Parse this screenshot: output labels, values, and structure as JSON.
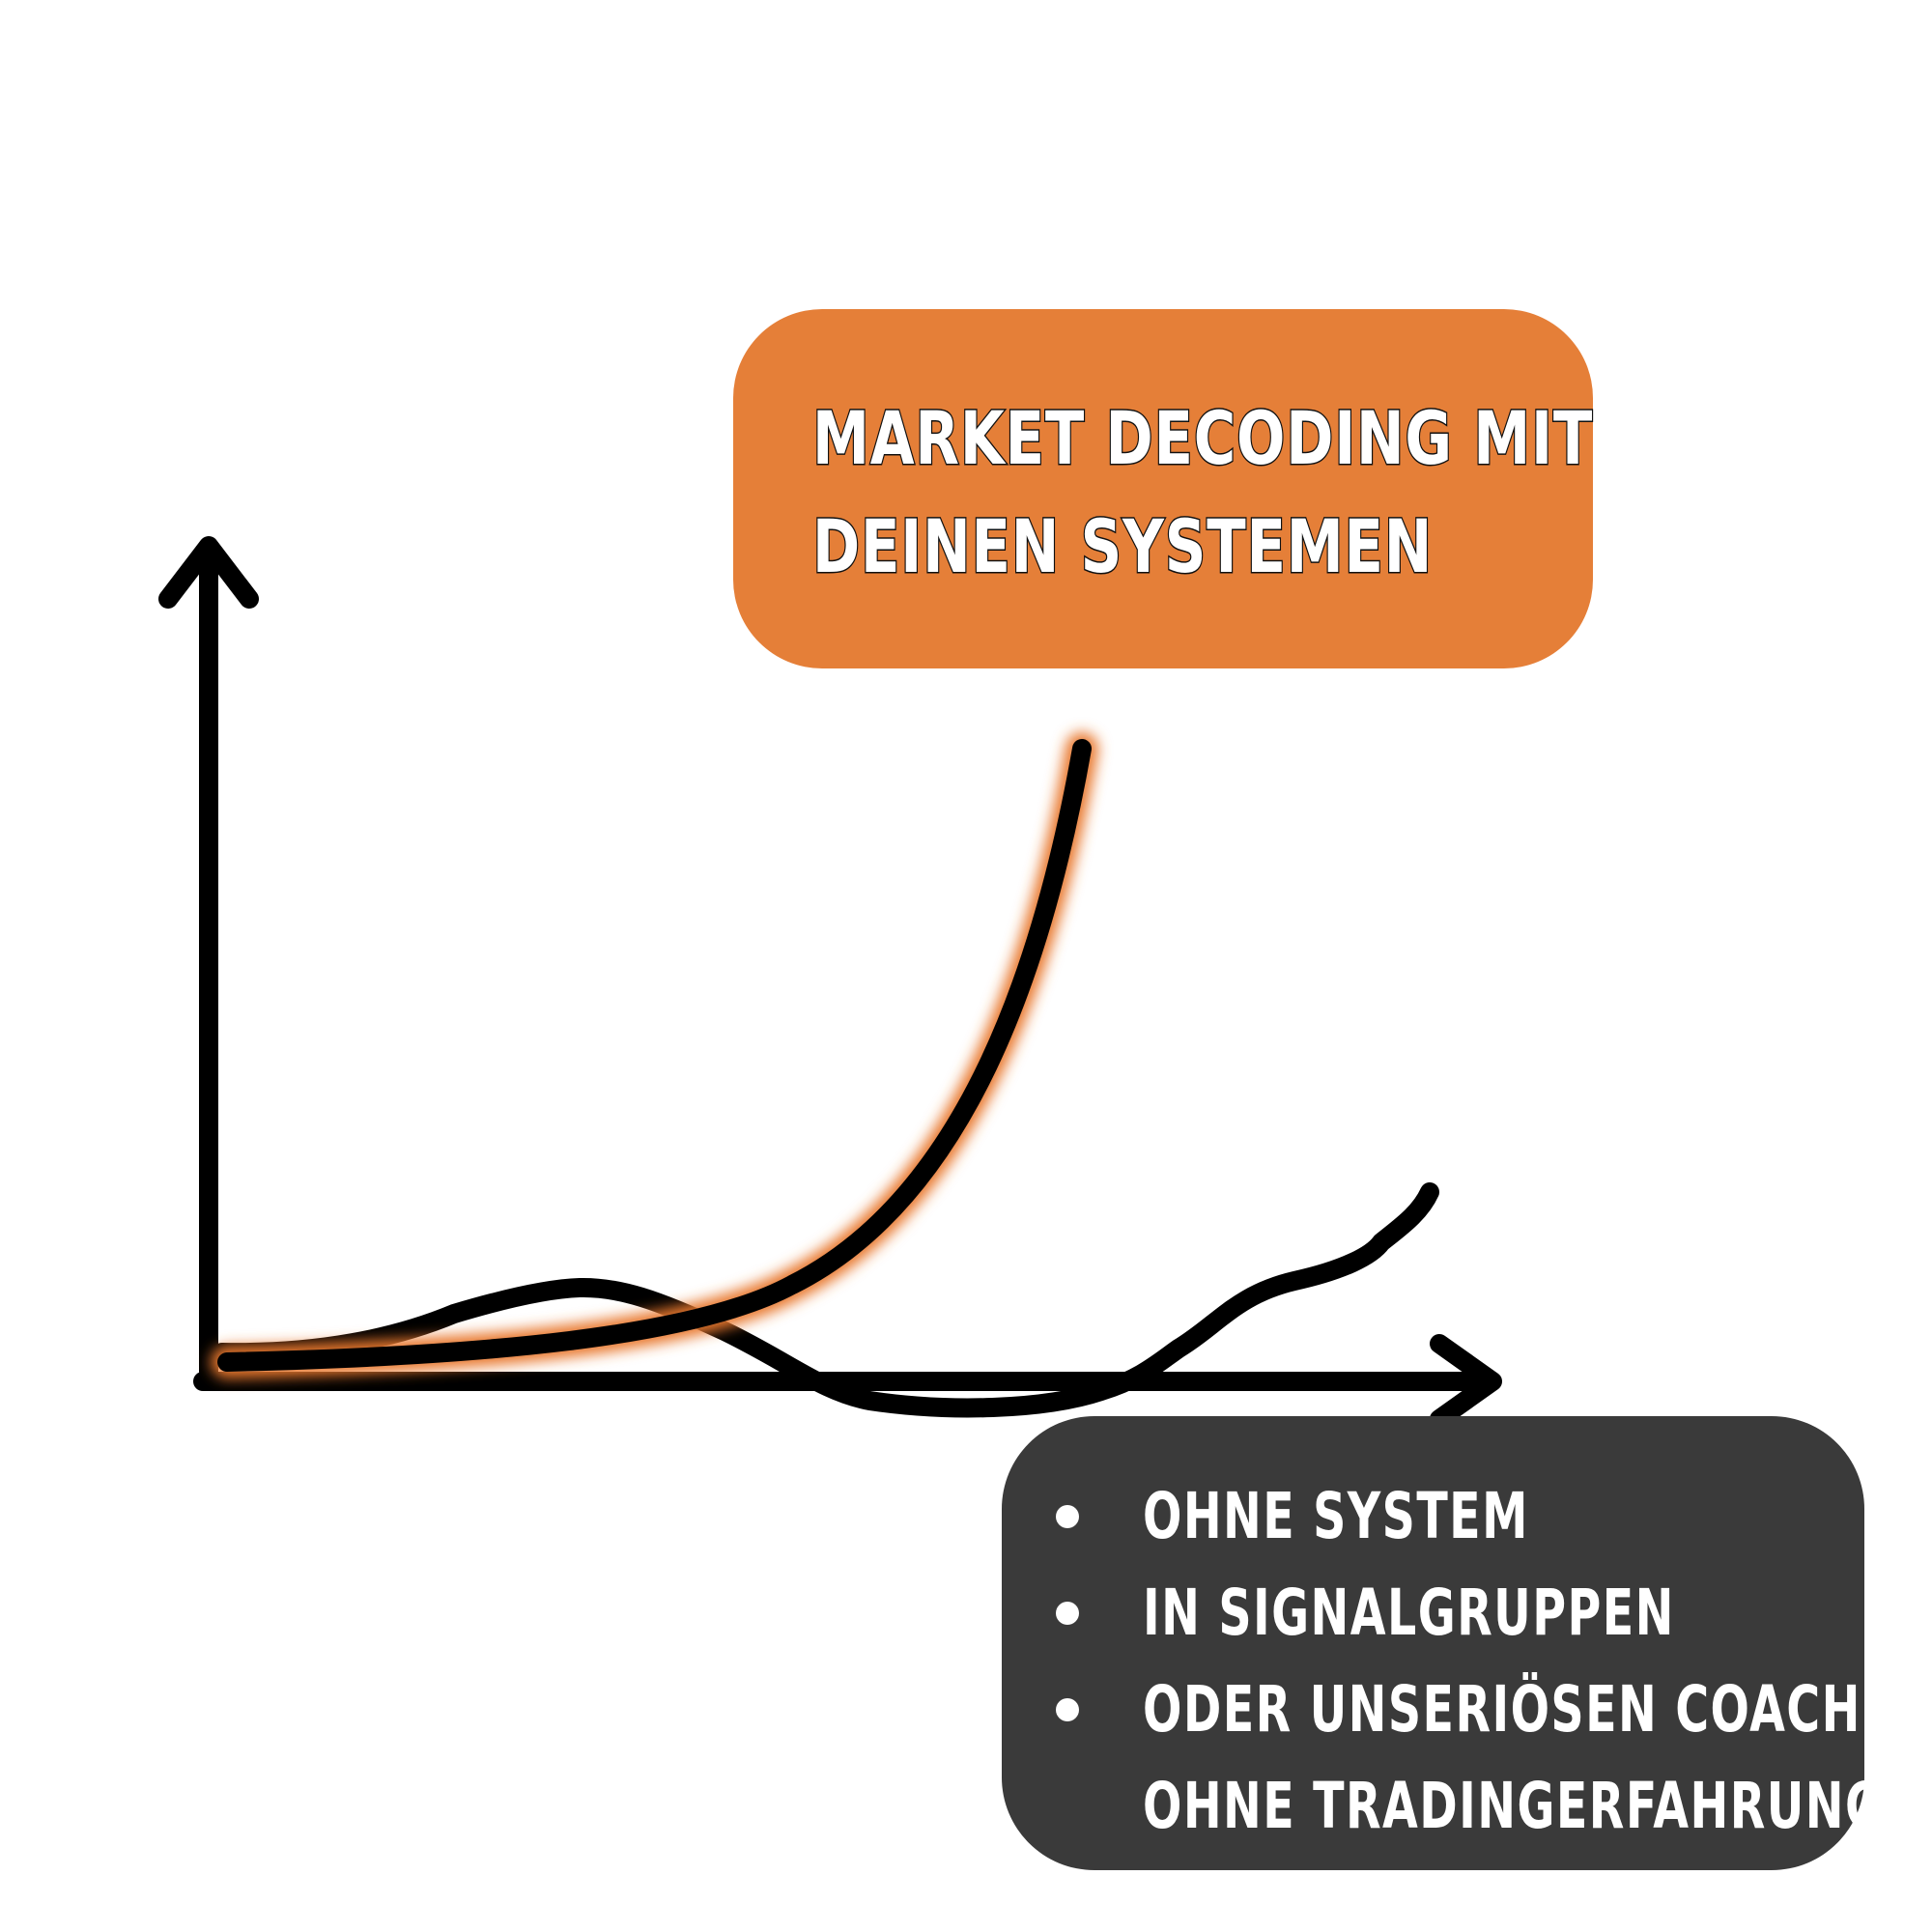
{
  "colors": {
    "background": "#ffffff",
    "axis": "#000000",
    "curve_glow": "#e8782e",
    "callout_orange": "#e57f38",
    "callout_dark": "#3a3a3a",
    "callout_text": "#ffffff"
  },
  "callout_top": {
    "lines": [
      "MARKET DECODING MIT",
      "DEINEN SYSTEMEN"
    ]
  },
  "callout_bottom": {
    "bullets": [
      {
        "text": "OHNE SYSTEM"
      },
      {
        "text": "IN SIGNALGRUPPEN"
      },
      {
        "text": "ODER UNSERIÖSEN COACHES",
        "continuation": "OHNE TRADINGERFAHRUNG"
      }
    ]
  },
  "icons": [
    "y-axis-arrow-icon",
    "x-axis-arrow-icon"
  ]
}
